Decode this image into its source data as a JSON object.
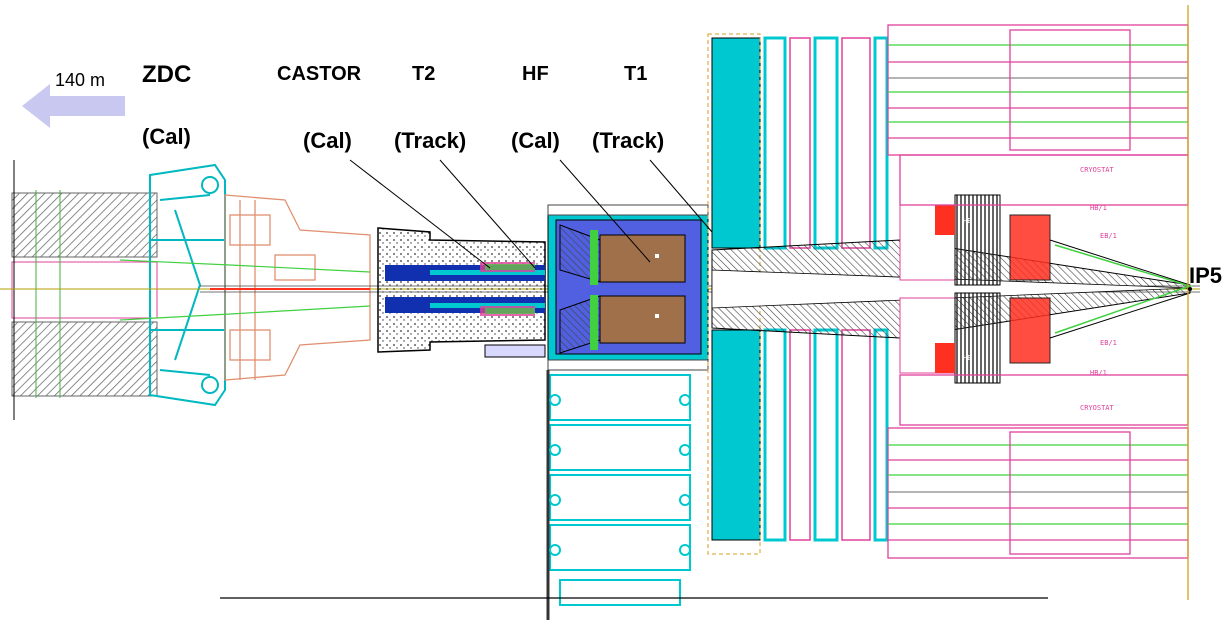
{
  "detector_labels": {
    "zdc": "ZDC",
    "castor": "CASTOR",
    "t2": "T2",
    "hf": "HF",
    "t1": "T1"
  },
  "type_labels": {
    "zdc": "(Cal)",
    "castor": "(Cal)",
    "t2": "(Track)",
    "hf": "(Cal)",
    "t1": "(Track)"
  },
  "distance_label": "140 m",
  "interaction_point": "IP5",
  "region_labels": {
    "he_top": "HE",
    "he_bottom": "HE",
    "cryostat_top": "CRYOSTAT",
    "cryostat_bottom": "CRYOSTAT",
    "hb_top": "HB/1",
    "hb_bottom": "HB/1",
    "eb_top": "EB/1",
    "eb_bottom": "EB/1"
  },
  "colors": {
    "arrow": "#c8c8f0",
    "muon_station": "#e0409a",
    "yoke": "#00c8d0",
    "shielding": "#e09070",
    "endcap_red": "#ff3020",
    "hf_fill": "#a0704a",
    "castor_blue": "#1030b0",
    "green_lines": "#40d040"
  }
}
